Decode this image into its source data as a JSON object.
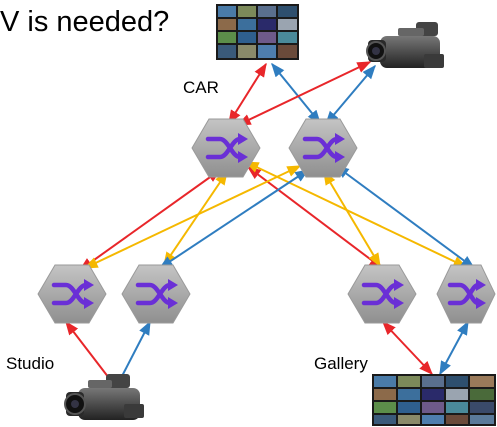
{
  "title": "V is needed?",
  "labels": {
    "car": "CAR",
    "studio": "Studio",
    "gallery": "Gallery"
  },
  "nodes": [
    {
      "id": "car-switch-left",
      "group": "CAR"
    },
    {
      "id": "car-switch-right",
      "group": "CAR"
    },
    {
      "id": "studio-switch-left",
      "group": "Studio"
    },
    {
      "id": "studio-switch-right",
      "group": "Studio"
    },
    {
      "id": "gallery-switch-left",
      "group": "Gallery"
    },
    {
      "id": "gallery-switch-right",
      "group": "Gallery"
    },
    {
      "id": "car-multiviewer",
      "type": "monitor-wall"
    },
    {
      "id": "car-camera",
      "type": "camera"
    },
    {
      "id": "studio-camera",
      "type": "camera"
    },
    {
      "id": "gallery-multiviewer",
      "type": "monitor-wall"
    }
  ],
  "colors": {
    "red": "#e8262a",
    "blue": "#2f7dc0",
    "yellow": "#f5b800",
    "hexagon": "#a6a6a6",
    "switch_icon": "#6a2fd6"
  },
  "icons": [
    "switch-icon",
    "camera-icon",
    "monitor-wall-icon"
  ]
}
